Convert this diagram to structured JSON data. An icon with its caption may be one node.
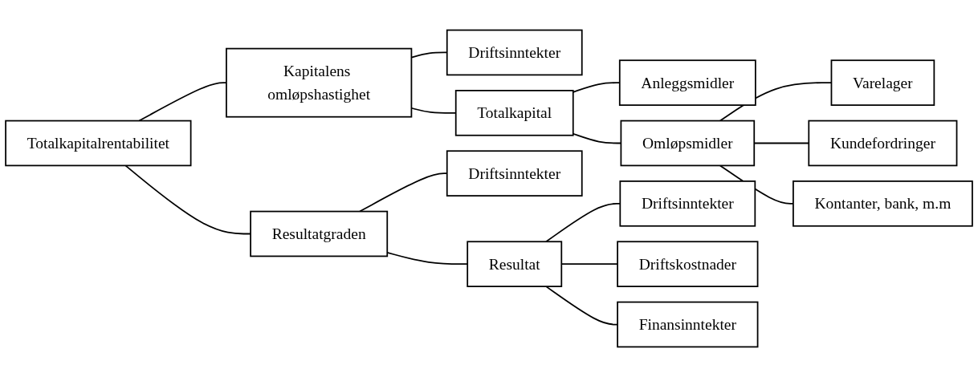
{
  "diagram": {
    "nodes": [
      {
        "text": [
          "Totalkapitalrentabilitet"
        ]
      },
      {
        "text": [
          "Kapitalens omløpshastighet"
        ]
      },
      {
        "text": [
          "Driftsinntekter"
        ]
      },
      {
        "text": [
          "Totalkapital"
        ]
      },
      {
        "text": [
          "Anleggsmidler"
        ]
      },
      {
        "text": [
          "Omløpsmidler"
        ]
      },
      {
        "text": [
          "Varelager"
        ]
      },
      {
        "text": [
          "Kundefordringer"
        ]
      },
      {
        "text": [
          "Kontanter, bank, m.m"
        ]
      },
      {
        "text": [
          "Resultatgraden"
        ]
      },
      {
        "text": [
          "Resultat"
        ]
      },
      {
        "text": [
          "Driftsinntekter"
        ]
      },
      {
        "text": [
          "Driftskostnader"
        ]
      },
      {
        "text": [
          "Finansinntekter"
        ]
      },
      {
        "text": [
          "Driftsinntekter"
        ]
      }
    ],
    "edges": [
      {
        "from": 0,
        "to": 1,
        "arrow": "none"
      },
      {
        "from": 1,
        "to": 2,
        "arrow": "none"
      },
      {
        "from": 1,
        "to": 3,
        "arrow": "none"
      },
      {
        "from": 3,
        "to": 4,
        "arrow": "none"
      },
      {
        "from": 3,
        "to": 5,
        "arrow": "none"
      },
      {
        "from": 5,
        "to": 6,
        "arrow": "none"
      },
      {
        "from": 5,
        "to": 7,
        "arrow": "none"
      },
      {
        "from": 5,
        "to": 8,
        "arrow": "none"
      },
      {
        "from": 0,
        "to": 9,
        "arrow": "none"
      },
      {
        "from": 9,
        "to": 10,
        "arrow": "none"
      },
      {
        "from": 10,
        "to": 11,
        "arrow": "none"
      },
      {
        "from": 10,
        "to": 12,
        "arrow": "none"
      },
      {
        "from": 10,
        "to": 13,
        "arrow": "none"
      },
      {
        "from": 9,
        "to": 14,
        "arrow": "none"
      }
    ]
  }
}
